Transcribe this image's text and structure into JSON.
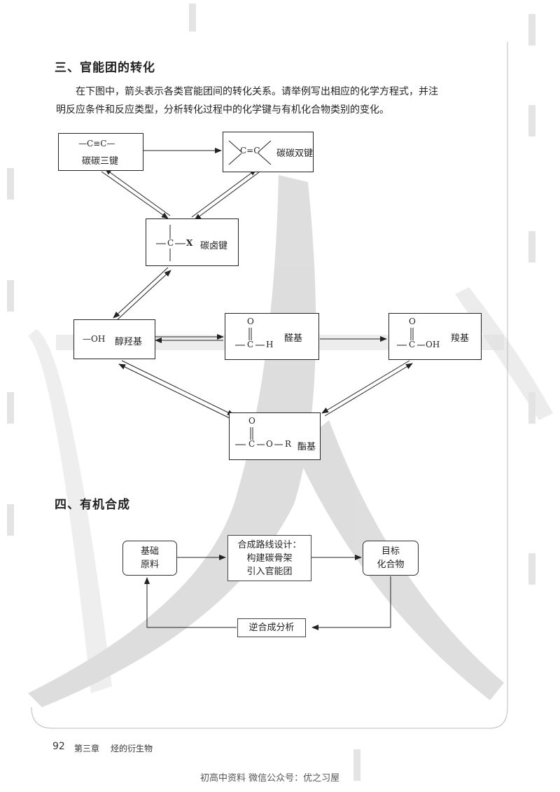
{
  "section3": {
    "title": "三、官能团的转化",
    "paragraph": [
      "在下图中，箭头表示各类官能团间的转化关系。请举例写出相应的化学方程式，并注",
      "明反应条件和反应类型，分析转化过程中的化学键与有机化合物类别的变化。"
    ]
  },
  "groups": {
    "triple": {
      "formula": "—C≡C—",
      "label": "碳碳三键"
    },
    "double": {
      "formula": "C=C",
      "label": "碳碳双键"
    },
    "halide": {
      "c": "C",
      "x": "X",
      "label": "碳卤键"
    },
    "hydroxyl": {
      "formula": "—OH",
      "label": "醇羟基"
    },
    "aldehyde": {
      "o": "O",
      "c": "C",
      "h": "H",
      "label": "醛基"
    },
    "carboxyl": {
      "o": "O",
      "c": "C",
      "oh": "OH",
      "label": "羧基"
    },
    "ester": {
      "o": "O",
      "c": "C",
      "o2": "O",
      "r": "R",
      "label": "酯基"
    }
  },
  "section4": {
    "title": "四、有机合成",
    "raw": [
      "基础",
      "原料"
    ],
    "design": [
      "合成路线设计：",
      "构建碳骨架",
      "引入官能团"
    ],
    "target": [
      "目标",
      "化合物"
    ],
    "retro": "逆合成分析"
  },
  "footer": {
    "page": "92",
    "chapter": "第三章",
    "chapter_title": "烃的衍生物",
    "credit": "初高中资料 微信公众号：优之习屋"
  }
}
